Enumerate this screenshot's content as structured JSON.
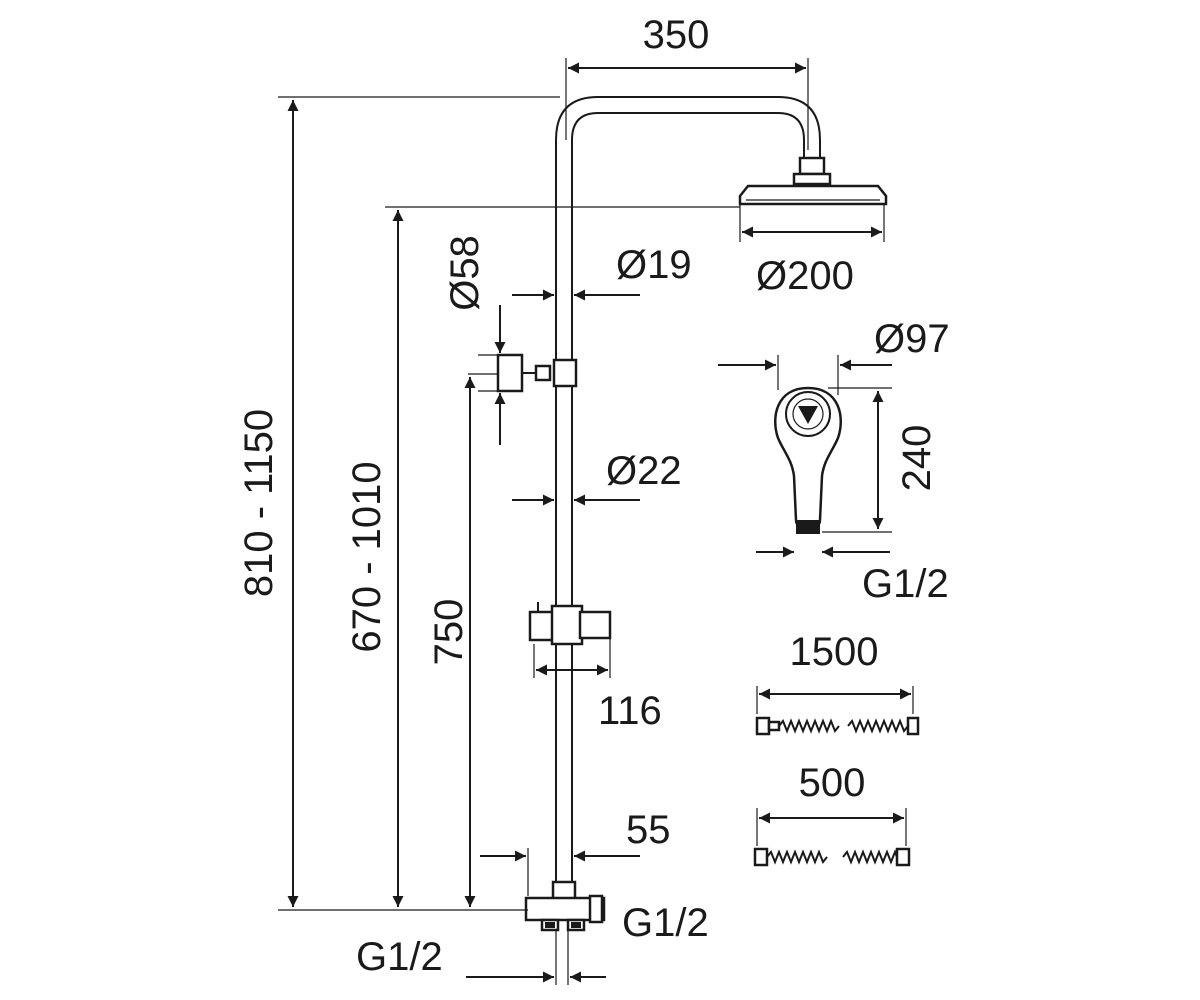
{
  "dimensions": {
    "width_350": "350",
    "height_810_1150": "810 - 1150",
    "height_670_1010": "670 - 1010",
    "height_750": "750",
    "holder_58": "Ø58",
    "pipe_19": "Ø19",
    "pipe_22": "Ø22",
    "head_200": "Ø200",
    "hand_97": "Ø97",
    "hand_240": "240",
    "hand_thread": "G1/2",
    "slider_116": "116",
    "spout_55": "55",
    "inlet_right": "G1/2",
    "inlet_left": "G1/2",
    "hose_1500": "1500",
    "hose_500": "500"
  },
  "colors": {
    "line": "#1a1a1a",
    "background": "#ffffff"
  }
}
